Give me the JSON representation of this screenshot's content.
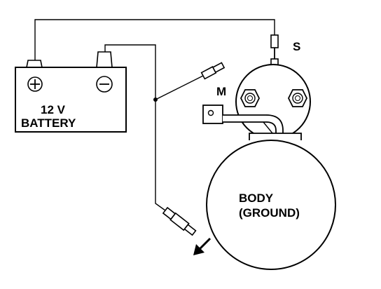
{
  "battery": {
    "voltage": "12 V",
    "name": "BATTERY",
    "positive_symbol": "+",
    "negative_symbol": "−"
  },
  "solenoid": {
    "s_terminal": "S",
    "m_terminal": "M"
  },
  "motor": {
    "line1": "BODY",
    "line2": "(GROUND)"
  },
  "colors": {
    "ink": "#000000",
    "paper": "#ffffff"
  }
}
